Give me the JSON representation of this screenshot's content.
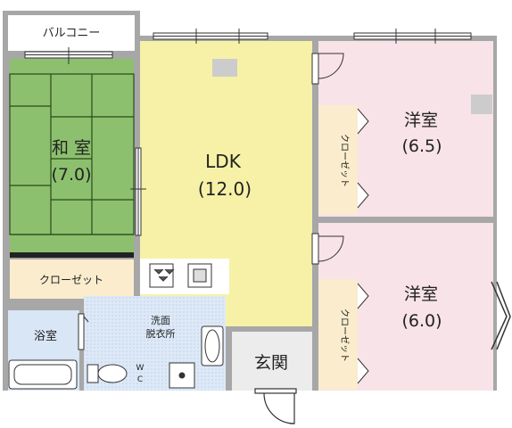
{
  "floorplan": {
    "rooms": {
      "balcony": "バルコニー",
      "washitsu_name": "和 室",
      "washitsu_size": "(7.0)",
      "washitsu_closet": "クローゼット",
      "ldk_name": "LDK",
      "ldk_size": "(12.0)",
      "youshitsu1_name": "洋室",
      "youshitsu1_size": "(6.5)",
      "youshitsu1_closet": "クローゼット",
      "youshitsu2_name": "洋室",
      "youshitsu2_size": "(6.0)",
      "youshitsu2_closet": "クローゼット",
      "bath": "浴室",
      "washroom_line1": "洗面",
      "washroom_line2": "脱衣所",
      "toilet_w": "W",
      "toilet_c": "C",
      "entrance": "玄関"
    },
    "colors": {
      "wall": "#a7a7a7",
      "washitsu": "#8cc06e",
      "ldk": "#f6f1a6",
      "youshitsu": "#f8e3e8",
      "closet": "#faeccd",
      "bath": "#d8e6f6",
      "entrance": "#ececec"
    }
  }
}
